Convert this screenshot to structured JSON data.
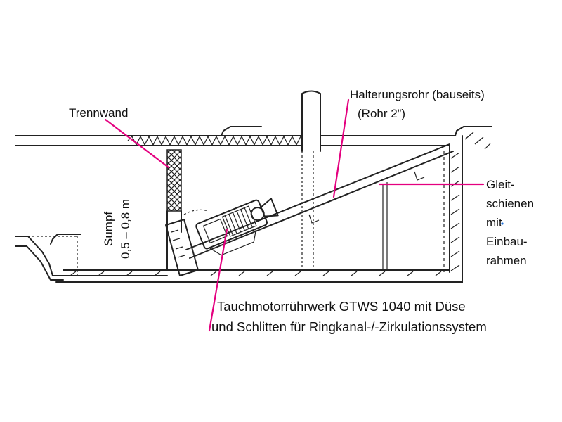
{
  "colors": {
    "leader": "#e4007f",
    "ink": "#222222",
    "background": "#ffffff",
    "dot": "#1f6fd6"
  },
  "labels": {
    "trennwand": "Trennwand",
    "halterungsrohr": "Halterungsrohr (bauseits)",
    "rohr": "(Rohr 2”)",
    "gleit_lines": [
      "Gleit-",
      "schienen",
      "mit",
      "Einbau-",
      "rahmen"
    ],
    "sumpf": "Sumpf",
    "depth": "0,5 – 0,8 m",
    "mixer_line1": "Tauchmotorrührwerk GTWS 1040 mit Düse",
    "mixer_line2": "und Schlitten für Ringkanal-/-Zirkulationssystem"
  }
}
